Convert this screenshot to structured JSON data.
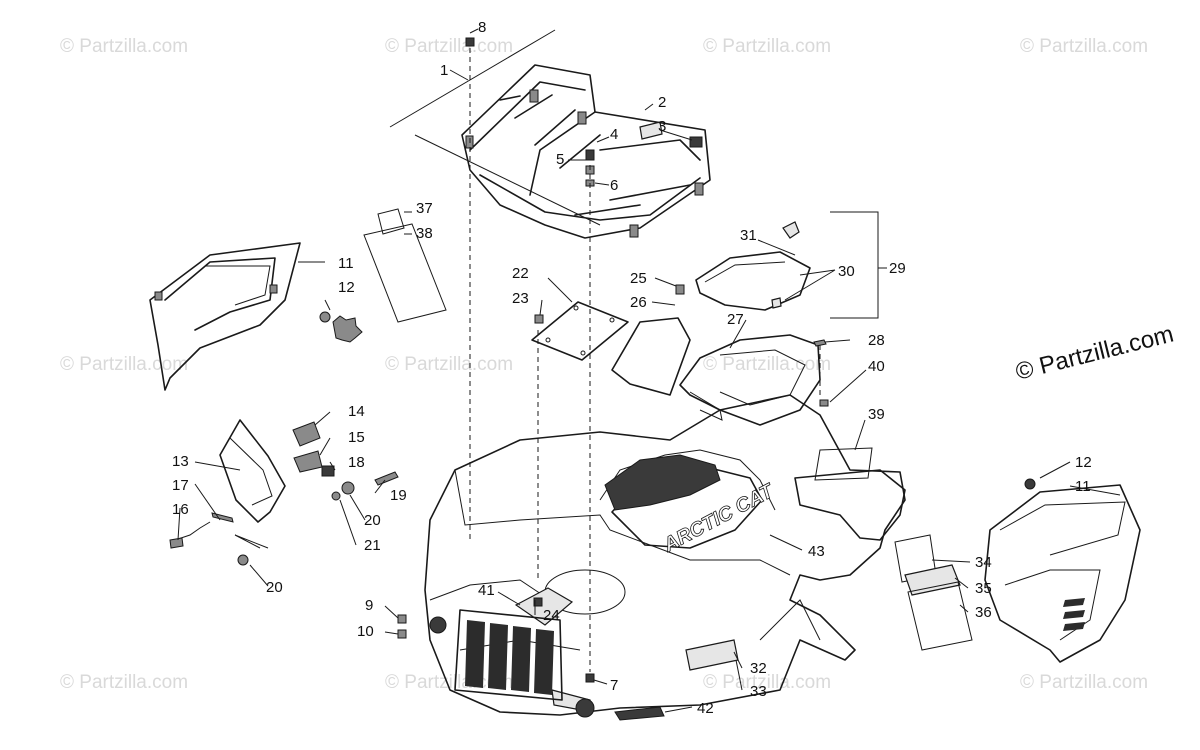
{
  "watermark": "© Partzilla.com",
  "copyright": "© Partzilla.com",
  "logo_text": "ARCTIC CAT",
  "labels": {
    "l1": "1",
    "l2": "2",
    "l3": "3",
    "l4": "4",
    "l5": "5",
    "l6": "6",
    "l7": "7",
    "l8": "8",
    "l9": "9",
    "l10": "10",
    "l11a": "11",
    "l11b": "11",
    "l12a": "12",
    "l12b": "12",
    "l13": "13",
    "l14": "14",
    "l15": "15",
    "l16": "16",
    "l17": "17",
    "l18": "18",
    "l19": "19",
    "l20a": "20",
    "l20b": "20",
    "l21": "21",
    "l22": "22",
    "l23": "23",
    "l24": "24",
    "l25": "25",
    "l26": "26",
    "l27": "27",
    "l28": "28",
    "l29": "29",
    "l30": "30",
    "l31": "31",
    "l32": "32",
    "l33": "33",
    "l34": "34",
    "l35": "35",
    "l36": "36",
    "l37": "37",
    "l38": "38",
    "l39": "39",
    "l40": "40",
    "l41": "41",
    "l42": "42",
    "l43": "43"
  }
}
